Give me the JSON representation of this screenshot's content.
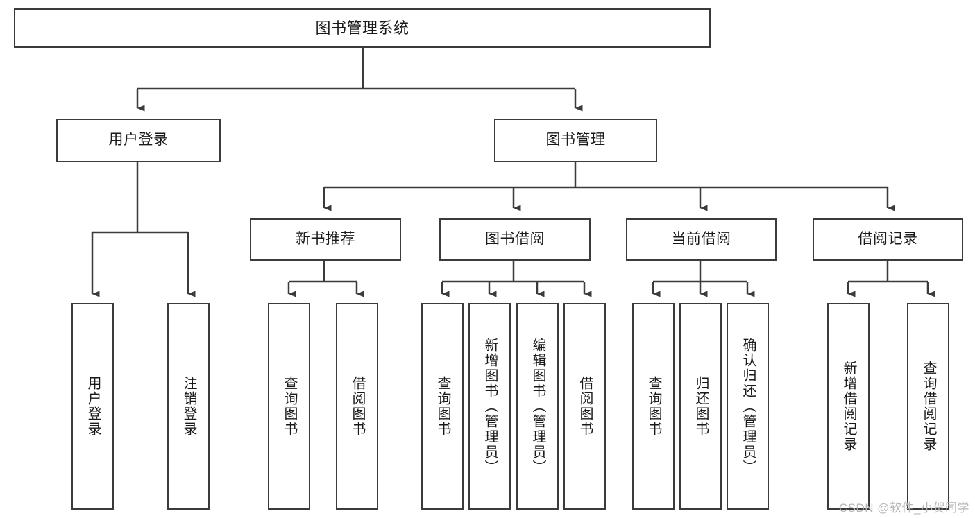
{
  "diagram": {
    "title": "图书管理系统",
    "watermark": "CSDN @软件_小贺同学",
    "line_color": "#3b3b3b",
    "box_fill": "#ffffff",
    "text_color": "#1a1a1a",
    "watermark_color": "#b6b6b6",
    "nodes": {
      "root": {
        "label": "图书管理系统"
      },
      "user_login": {
        "label": "用户登录"
      },
      "book_manage": {
        "label": "图书管理"
      },
      "new_book_recommend": {
        "label": "新书推荐"
      },
      "book_borrow": {
        "label": "图书借阅"
      },
      "current_borrow": {
        "label": "当前借阅"
      },
      "borrow_record": {
        "label": "借阅记录"
      },
      "leaf_user_login": {
        "label": "用户登录"
      },
      "leaf_logout": {
        "label": "注销登录"
      },
      "leaf_query_book_1": {
        "label": "查询图书"
      },
      "leaf_borrow_book_1": {
        "label": "借阅图书"
      },
      "leaf_query_book_2": {
        "label": "查询图书"
      },
      "leaf_add_book_admin": {
        "label": "新增图书（管理员）"
      },
      "leaf_edit_book_admin": {
        "label": "编辑图书（管理员）"
      },
      "leaf_borrow_book_2": {
        "label": "借阅图书"
      },
      "leaf_query_book_3": {
        "label": "查询图书"
      },
      "leaf_return_book": {
        "label": "归还图书"
      },
      "leaf_confirm_return_admin": {
        "label": "确认归还（管理员）"
      },
      "leaf_add_borrow_record": {
        "label": "新增借阅记录"
      },
      "leaf_query_borrow_record": {
        "label": "查询借阅记录"
      }
    },
    "hierarchy": [
      {
        "id": "root",
        "children": [
          "user_login",
          "book_manage"
        ]
      },
      {
        "id": "user_login",
        "children": [
          "leaf_user_login",
          "leaf_logout"
        ]
      },
      {
        "id": "book_manage",
        "children": [
          "new_book_recommend",
          "book_borrow",
          "current_borrow",
          "borrow_record"
        ]
      },
      {
        "id": "new_book_recommend",
        "children": [
          "leaf_query_book_1",
          "leaf_borrow_book_1"
        ]
      },
      {
        "id": "book_borrow",
        "children": [
          "leaf_query_book_2",
          "leaf_add_book_admin",
          "leaf_edit_book_admin",
          "leaf_borrow_book_2"
        ]
      },
      {
        "id": "current_borrow",
        "children": [
          "leaf_query_book_3",
          "leaf_return_book",
          "leaf_confirm_return_admin"
        ]
      },
      {
        "id": "borrow_record",
        "children": [
          "leaf_add_borrow_record",
          "leaf_query_borrow_record"
        ]
      }
    ]
  }
}
